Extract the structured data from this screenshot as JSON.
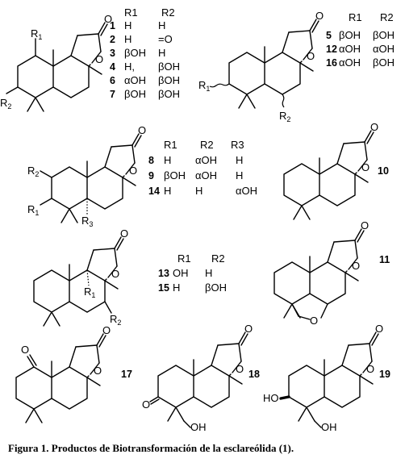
{
  "caption": "Figura 1. Productos de Biotransformación de la esclareólida (1).",
  "atoms": {
    "O": "O",
    "OH": "OH",
    "HO": "HO",
    "R": "R",
    "s1": "1",
    "s2": "2",
    "s3": "3"
  },
  "table_a": {
    "header": [
      "R1",
      "R2"
    ],
    "rows": [
      {
        "n": "1",
        "r1": "H",
        "r2": "H"
      },
      {
        "n": "2",
        "r1": "H",
        "r2": "=O"
      },
      {
        "n": "3",
        "r1": "βOH",
        "r2": "H"
      },
      {
        "n": "4",
        "r1": "H,",
        "r2": "βOH"
      },
      {
        "n": "6",
        "r1": "αOH",
        "r2": "βOH"
      },
      {
        "n": "7",
        "r1": "βOH",
        "r2": "βOH"
      }
    ]
  },
  "table_b": {
    "header": [
      "R1",
      "R2"
    ],
    "rows": [
      {
        "n": "5",
        "r1": "βOH",
        "r2": "βOH"
      },
      {
        "n": "12",
        "r1": "αOH",
        "r2": "αOH"
      },
      {
        "n": "16",
        "r1": "αOH",
        "r2": "βOH"
      }
    ]
  },
  "table_c": {
    "header": [
      "R1",
      "R2",
      "R3"
    ],
    "rows": [
      {
        "n": "8",
        "r1": "H",
        "r2": "αOH",
        "r3": "H"
      },
      {
        "n": "9",
        "r1": "βOH",
        "r2": "αOH",
        "r3": "H"
      },
      {
        "n": "14",
        "r1": "H",
        "r2": "H",
        "r3": "αOH"
      }
    ]
  },
  "table_d": {
    "header": [
      "R1",
      "R2"
    ],
    "rows": [
      {
        "n": "13",
        "r1": "OH",
        "r2": "H"
      },
      {
        "n": "15",
        "r1": "H",
        "r2": "βOH"
      }
    ]
  },
  "labels": {
    "c10": "10",
    "c11": "11",
    "c17": "17",
    "c18": "18",
    "c19": "19"
  }
}
